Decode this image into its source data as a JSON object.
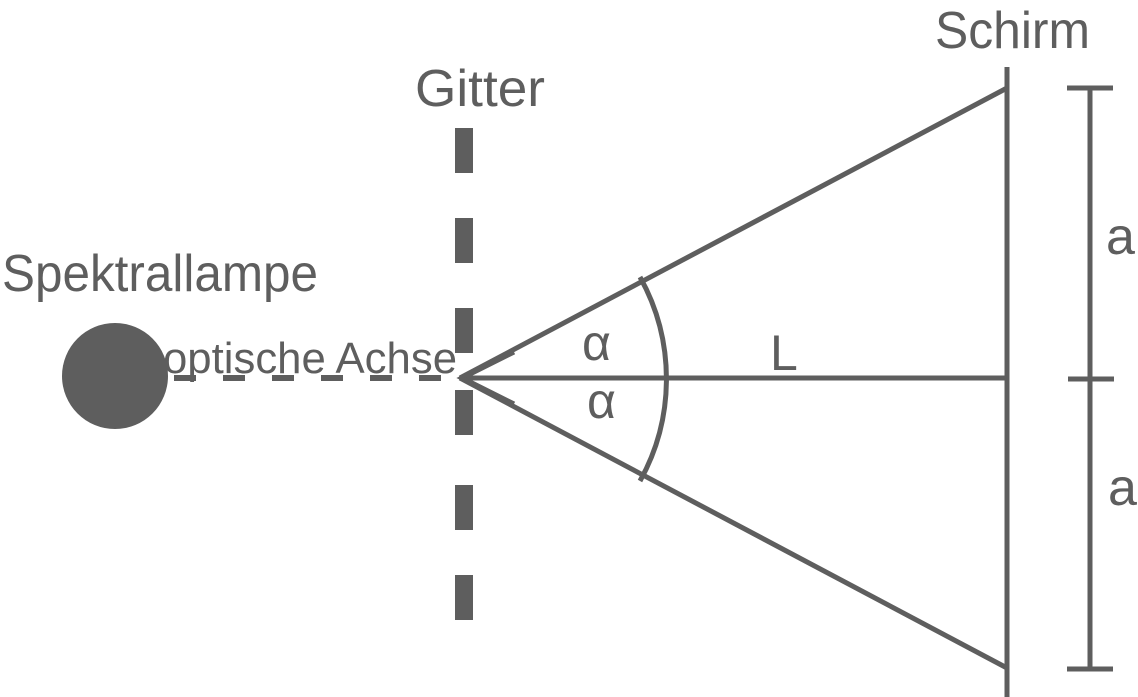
{
  "figure": {
    "background_color": "#ffffff",
    "ink_color": "#5e5e5e",
    "labels": {
      "lamp": "Spektrallampe",
      "optical_axis": "optische Achse",
      "grating": "Gitter",
      "screen": "Schirm",
      "angle_upper": "α",
      "angle_lower": "α",
      "axis_length": "L",
      "distance_upper": "a",
      "distance_lower": "a"
    }
  }
}
